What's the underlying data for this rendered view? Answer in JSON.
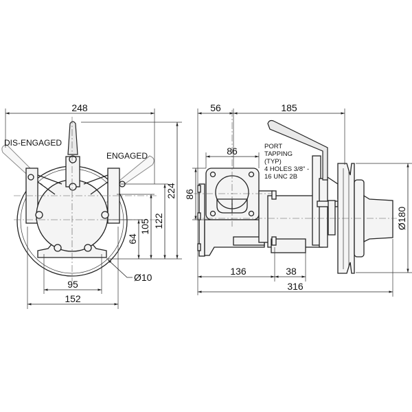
{
  "left_view": {
    "labels": {
      "disengaged": "DIS-ENGAGED",
      "engaged": "ENGAGED"
    },
    "dimensions": {
      "overall_width": "248",
      "overall_height": "224",
      "height_122": "122",
      "height_105": "105",
      "height_64": "64",
      "base_95": "95",
      "base_152": "152",
      "hole_dia": "Ø10"
    }
  },
  "right_view": {
    "note": {
      "line1": "PORT",
      "line2": "TAPPING",
      "line3": "(TYP)",
      "line4": "4 HOLES 3/8\" -",
      "line5": "16 UNC 2B"
    },
    "dimensions": {
      "d56": "56",
      "d185": "185",
      "port_width": "86",
      "port_height": "86",
      "d136": "136",
      "d38": "38",
      "overall_length": "316",
      "pulley_dia": "Ø180"
    }
  }
}
